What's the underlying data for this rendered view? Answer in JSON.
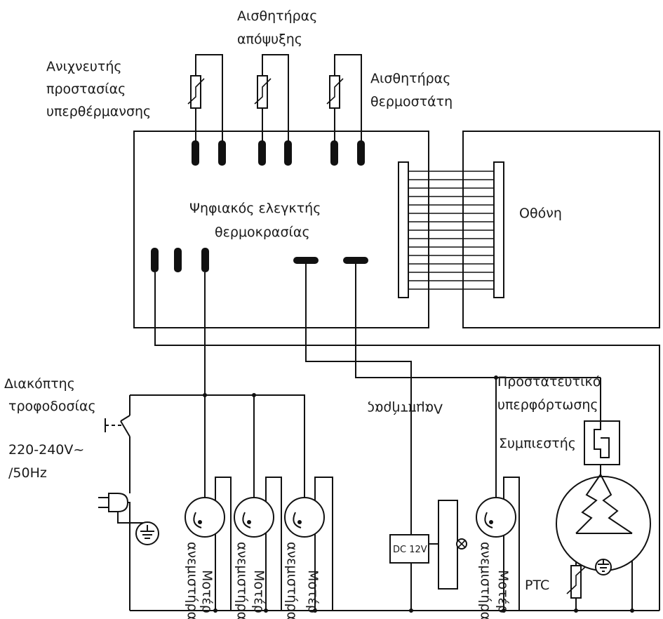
{
  "labels": {
    "overheat_detector": [
      "Ανιχνευτής",
      "προστασίας",
      "υπερθέρμανσης"
    ],
    "defrost_sensor": [
      "Αισθητήρας",
      "απόψυξης"
    ],
    "thermostat_sensor": [
      "Αισθητήρας",
      "θερμοστάτη"
    ],
    "controller": [
      "Ψηφιακός ελεγκτής",
      "θερμοκρασίας"
    ],
    "display": "Οθόνη",
    "power_switch": [
      "Διακόπτης",
      "τροφοδοσίας"
    ],
    "voltage": [
      "220-240V~",
      "/50Hz"
    ],
    "lamp": "Λαμπτήρας",
    "dc_source": "DC 12V",
    "overload_protector": [
      "Προστατευτικό",
      "υπερφόρτωσης"
    ],
    "compressor": "Συμπιεστής",
    "ptc": "PTC",
    "fan_motor": [
      "Μοτέρ",
      "ανεμιστήρα"
    ]
  }
}
